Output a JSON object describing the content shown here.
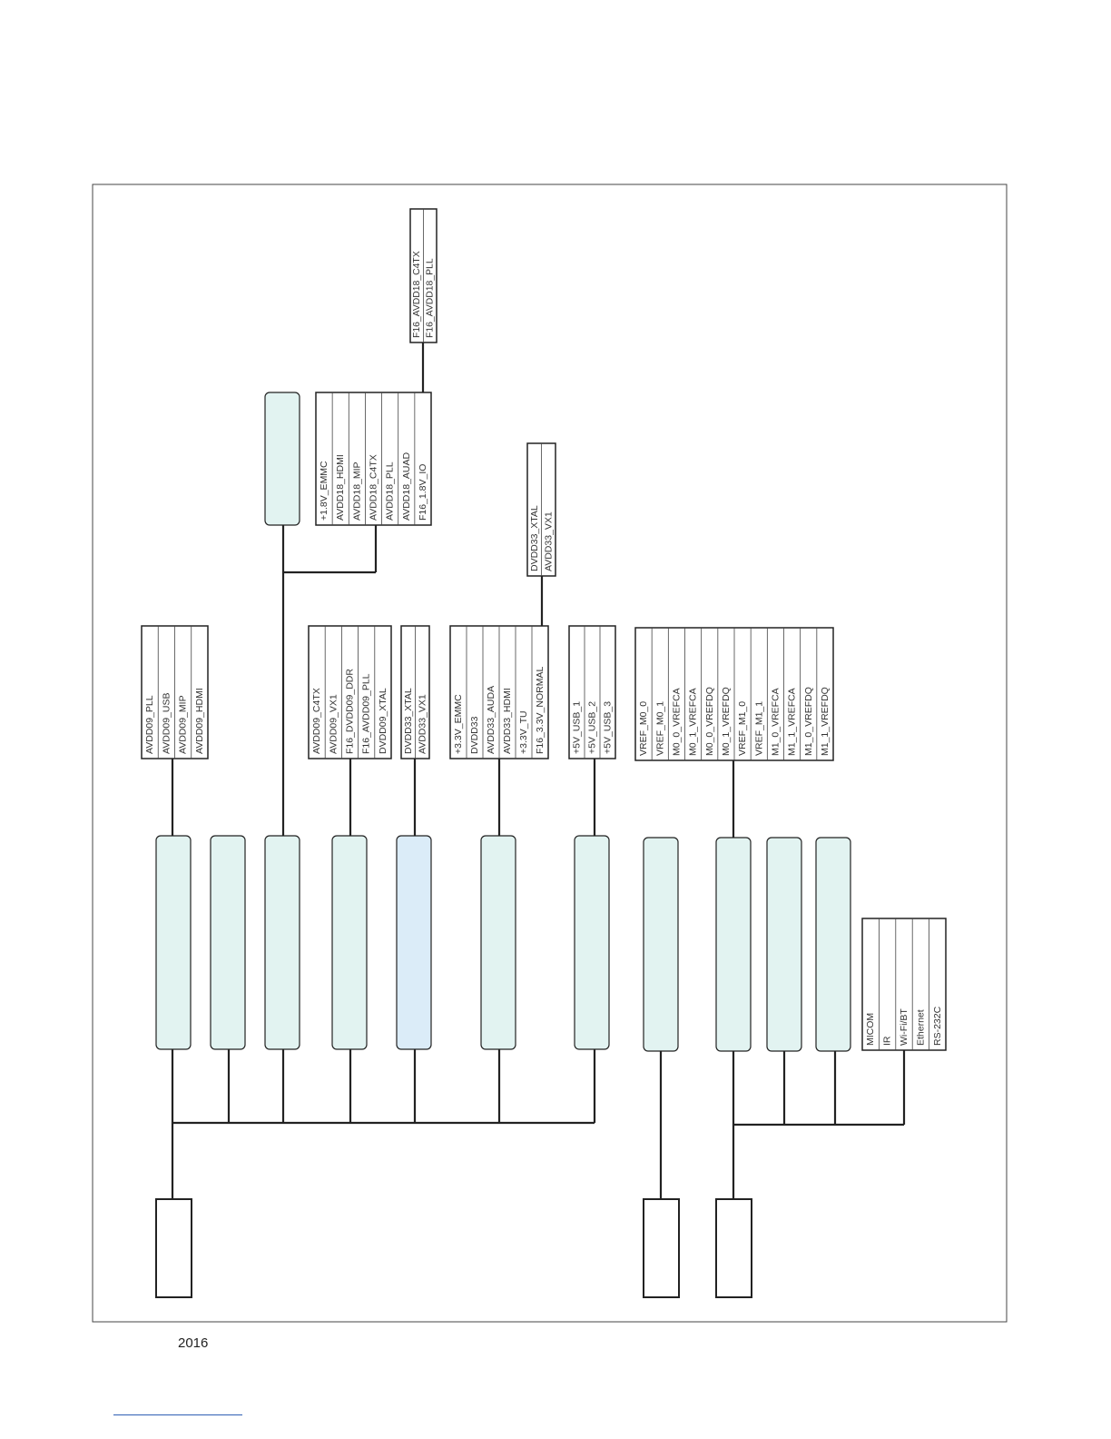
{
  "footer": {
    "year": "2016"
  },
  "colors": {
    "block": "#e2f3f1",
    "block_highlight": "#dbecf8",
    "line": "#222222"
  },
  "label_groups": {
    "avdd09": [
      "AVDD09_PLL",
      "AVDD09_USB",
      "AVDD09_MIP",
      "AVDD09_HDMI"
    ],
    "avdd18_top": [
      "F16_AVDD18_C4TX",
      "F16_AVDD18_PLL"
    ],
    "avdd18_main": [
      "+1.8V_EMMC",
      "AVDD18_HDMI",
      "AVDD18_MIP",
      "AVDD18_C4TX",
      "AVDD18_PLL",
      "AVDD18_AUAD",
      "F16_1.8V_IO"
    ],
    "dvdd33_top": [
      "DVDD33_XTAL",
      "AVDD33_VX1"
    ],
    "vx1_09": [
      "AVDD09_C4TX",
      "AVDD09_VX1",
      "F16_DVDD09_DDR",
      "F16_AVDD09_PLL",
      "DVDD09_XTAL"
    ],
    "xtal33": [
      "DVDD33_XTAL",
      "AVDD33_VX1"
    ],
    "v33": [
      "+3.3V_EMMC",
      "DVDD33",
      "AVDD33_AUDA",
      "AVDD33_HDMI",
      "+3.3V_TU",
      "F16_3.3V_NORMAL"
    ],
    "usb5v": [
      "+5V_USB_1",
      "+5V_USB_2",
      "+5V_USB_3"
    ],
    "vref": [
      "VREF_M0_0",
      "VREF_M0_1",
      "M0_0_VREFCA",
      "M0_1_VREFCA",
      "M0_0_VREFDQ",
      "M0_1_VREFDQ",
      "VREF_M1_0",
      "VREF_M1_1",
      "M1_0_VREFCA",
      "M1_1_VREFCA",
      "M1_0_VREFDQ",
      "M1_1_VREFDQ"
    ],
    "micom": [
      "MICOM",
      "IR",
      "Wi-Fi/BT",
      "Ethernet",
      "RS-232C"
    ]
  }
}
